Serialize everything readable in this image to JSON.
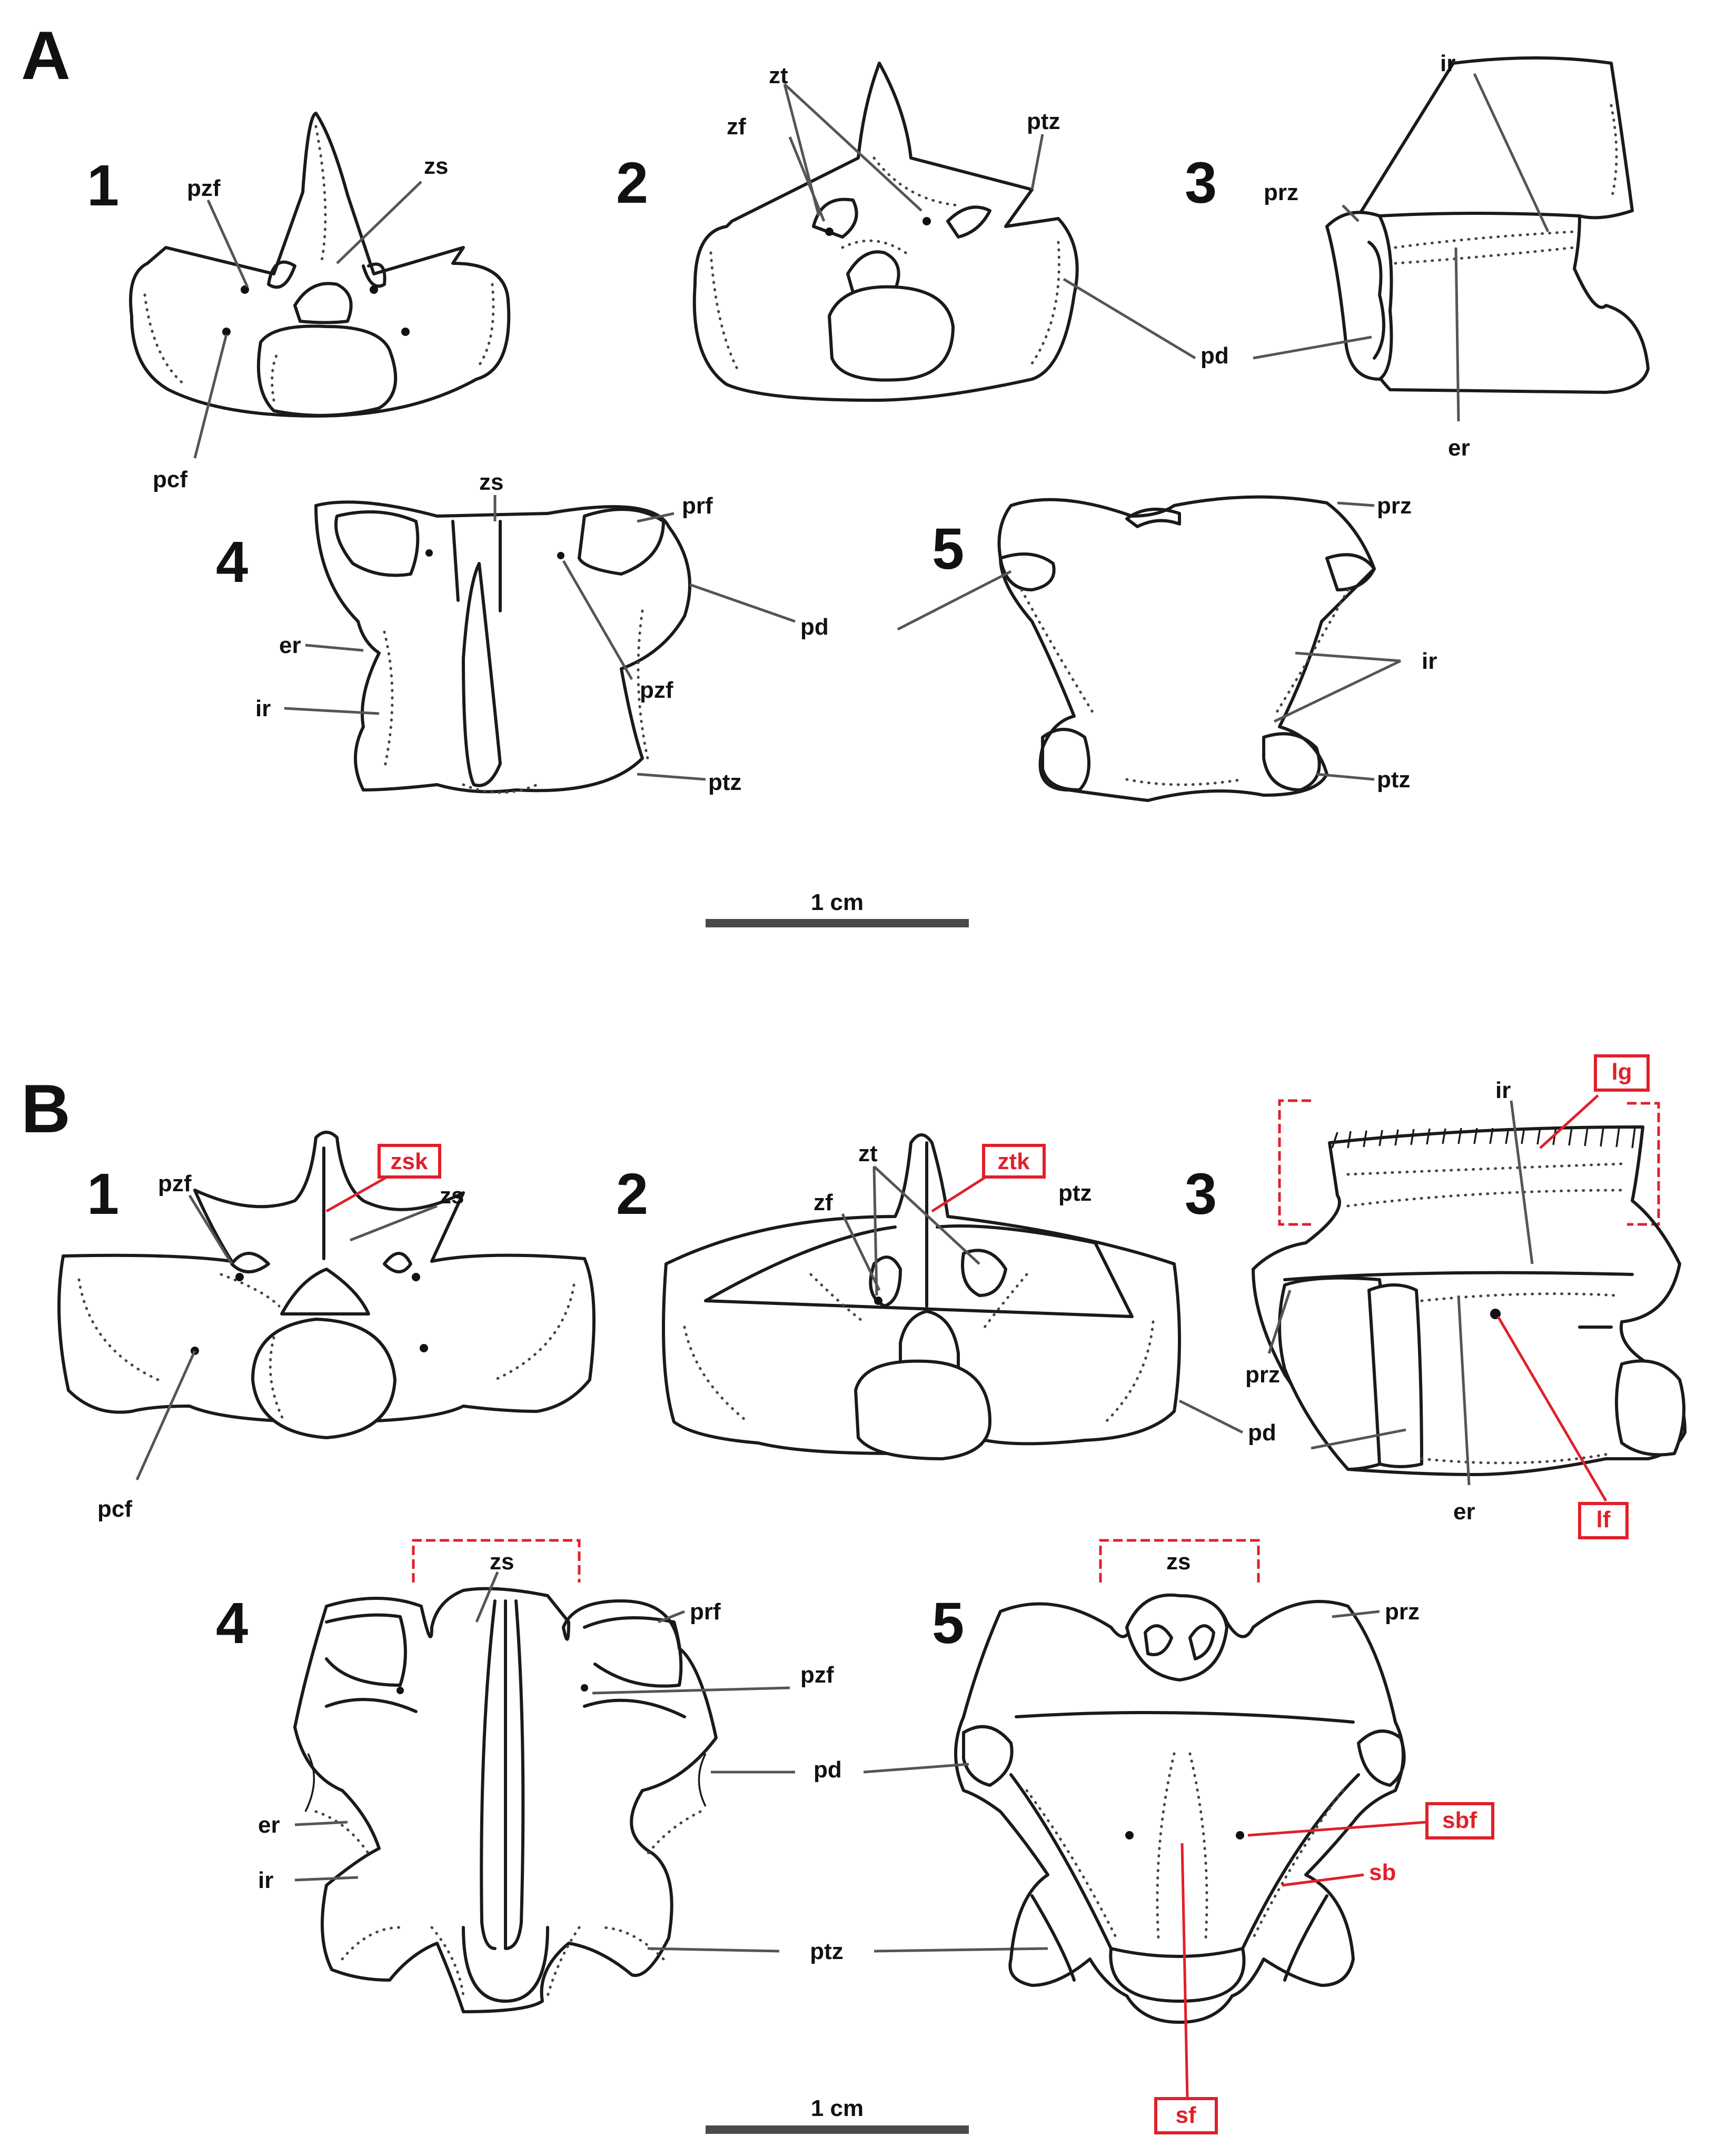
{
  "panels": {
    "A": {
      "letter": "A",
      "views": [
        "1",
        "2",
        "3",
        "4",
        "5"
      ],
      "labels": {
        "pzf": "pzf",
        "zs": "zs",
        "pcf": "pcf",
        "zt": "zt",
        "zf": "zf",
        "ptz": "ptz",
        "pd": "pd",
        "ir": "ir",
        "prz": "prz",
        "er": "er",
        "prf": "prf"
      },
      "scale_label": "1 cm"
    },
    "B": {
      "letter": "B",
      "views": [
        "1",
        "2",
        "3",
        "4",
        "5"
      ],
      "labels": {
        "pzf": "pzf",
        "zs": "zs",
        "pcf": "pcf",
        "zt": "zt",
        "zf": "zf",
        "ptz": "ptz",
        "pd": "pd",
        "ir": "ir",
        "prz": "prz",
        "er": "er",
        "prf": "prf"
      },
      "red_labels": {
        "zsk": "zsk",
        "ztk": "ztk",
        "lg": "lg",
        "lf": "lf",
        "sbf": "sbf",
        "sb": "sb",
        "sf": "sf"
      },
      "scale_label": "1 cm"
    }
  },
  "colors": {
    "annotation_red": "#e0202a",
    "line": "#1a1a1a",
    "scale_bar": "#4a4a4a"
  }
}
